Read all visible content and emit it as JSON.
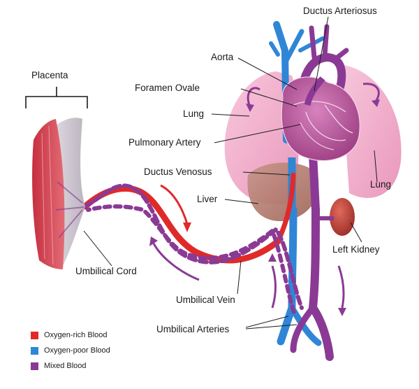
{
  "labels": {
    "ductus_arteriosus": "Ductus Arteriosus",
    "aorta": "Aorta",
    "placenta": "Placenta",
    "foramen_ovale": "Foramen Ovale",
    "lung_left_side": "Lung",
    "pulmonary_artery": "Pulmonary Artery",
    "ductus_venosus": "Ductus Venosus",
    "liver": "Liver",
    "lung_right_side": "Lung",
    "left_kidney": "Left Kidney",
    "umbilical_cord": "Umbilical Cord",
    "umbilical_vein": "Umbilical Vein",
    "umbilical_arteries": "Umbilical Arteries"
  },
  "legend": [
    {
      "label": "Oxygen-rich Blood",
      "color": "#e02a2a"
    },
    {
      "label": "Oxygen-poor Blood",
      "color": "#2f86d6"
    },
    {
      "label": "Mixed Blood",
      "color": "#8a3a94"
    }
  ],
  "colors": {
    "oxygen_rich": "#e02a2a",
    "oxygen_poor": "#2f86d6",
    "mixed": "#8a3a94",
    "lung": "#f0a9c8",
    "liver": "#b77f73",
    "kidney": "#c3463c",
    "heart": "#b64d94",
    "placenta": "#d23c4a"
  }
}
